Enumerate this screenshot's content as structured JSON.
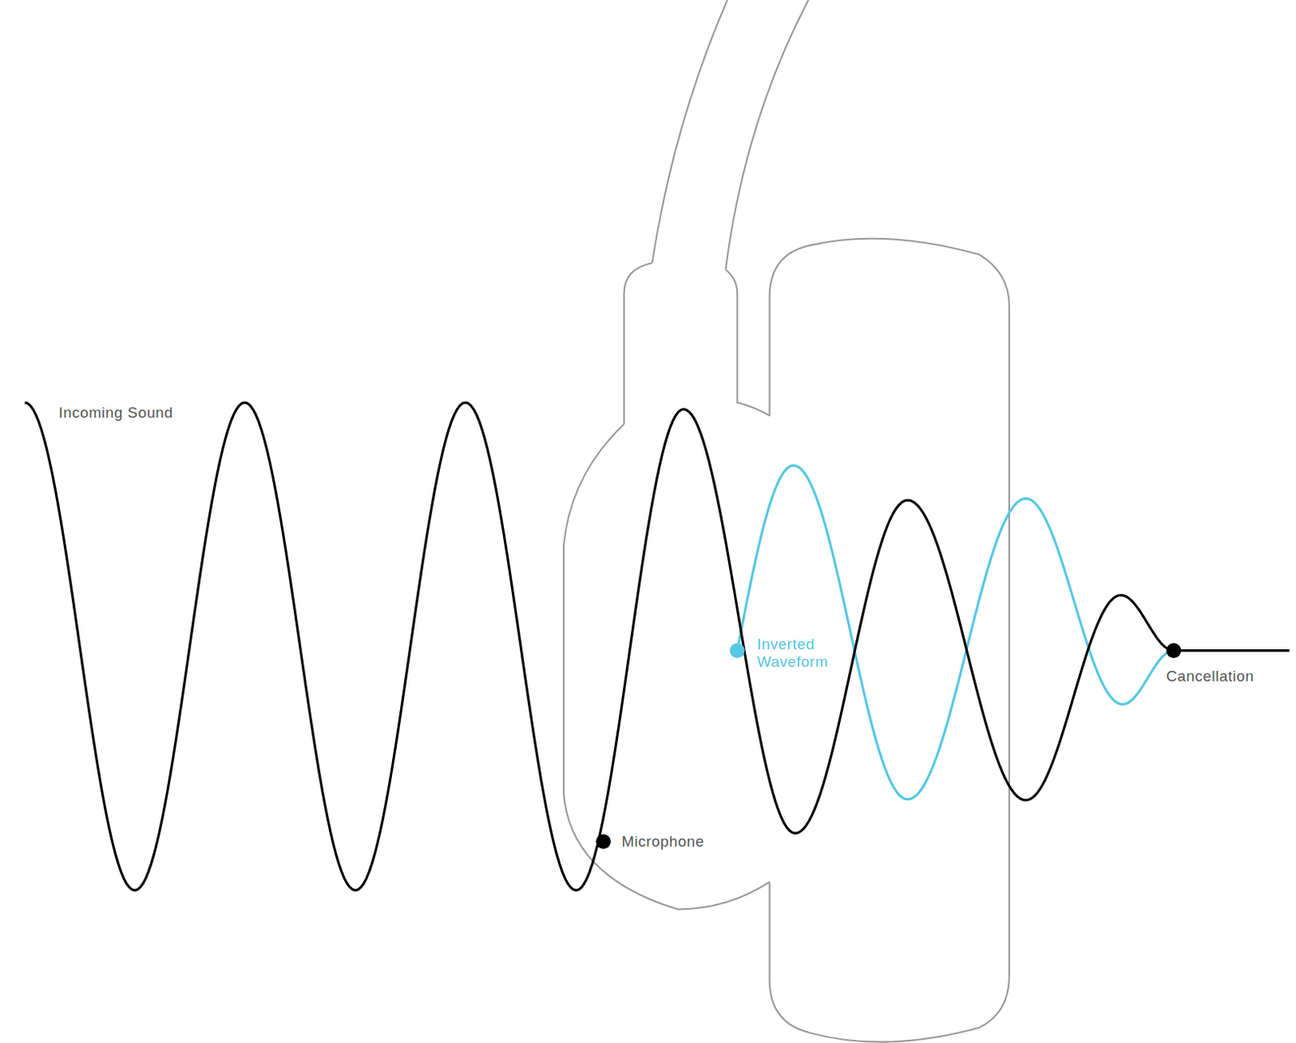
{
  "diagram": {
    "labels": [
      "Incoming Sound",
      "Microphone",
      "Inverted Waveform",
      "Cancellation"
    ]
  }
}
